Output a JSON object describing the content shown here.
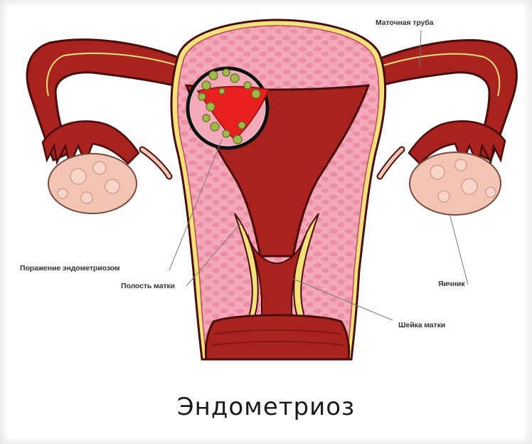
{
  "labels": {
    "fallopian_tube": "Маточная труба",
    "endometriosis_lesion": "Поражение эндометриозом",
    "uterine_cavity": "Полость матки",
    "ovary": "Яичник",
    "cervix": "Шейка матки"
  },
  "caption": "Эндометриоз",
  "colors": {
    "tissue_red": "#a8231f",
    "outline_dark": "#4a0d0b",
    "yellow_layer": "#f3e27a",
    "pink_wall": "#f3a9b8",
    "ovary_pink": "#f2c4b4",
    "lesion_red": "#e81f1f",
    "lesion_green": "#a3b84a",
    "leader_line": "#777777"
  }
}
